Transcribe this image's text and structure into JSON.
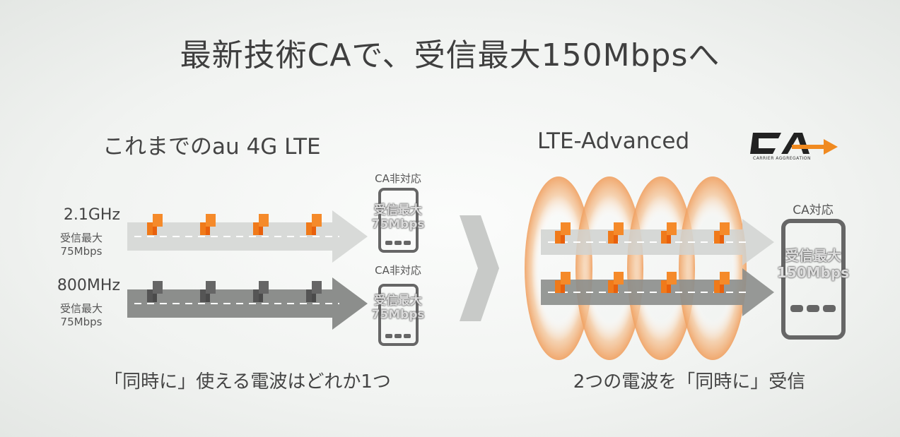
{
  "title": "最新技術CAで、受信最大150Mbpsへ",
  "left": {
    "heading": "これまでのau 4G LTE",
    "bands": [
      {
        "freq": "2.1GHz",
        "label1": "受信最大",
        "label2": "75Mbps",
        "device_status": "CA非対応",
        "device_line1": "受信最大",
        "device_line2": "75Mbps"
      },
      {
        "freq": "800MHz",
        "label1": "受信最大",
        "label2": "75Mbps",
        "device_status": "CA非対応",
        "device_line1": "受信最大",
        "device_line2": "75Mbps"
      }
    ],
    "caption": "「同時に」使える電波はどれか1つ"
  },
  "right": {
    "heading": "LTE-Advanced",
    "logo_text": "CARRIER AGGREGATION",
    "logo_mark": "CA",
    "device_status": "CA対応",
    "device_line1": "受信最大",
    "device_line2": "150Mbps",
    "caption": "2つの電波を「同時に」受信"
  },
  "colors": {
    "orange": "#f07a1a",
    "gray_cube": "#555555",
    "light_arrow": "#d6d8d6",
    "dark_arrow": "#8a8c8a"
  }
}
